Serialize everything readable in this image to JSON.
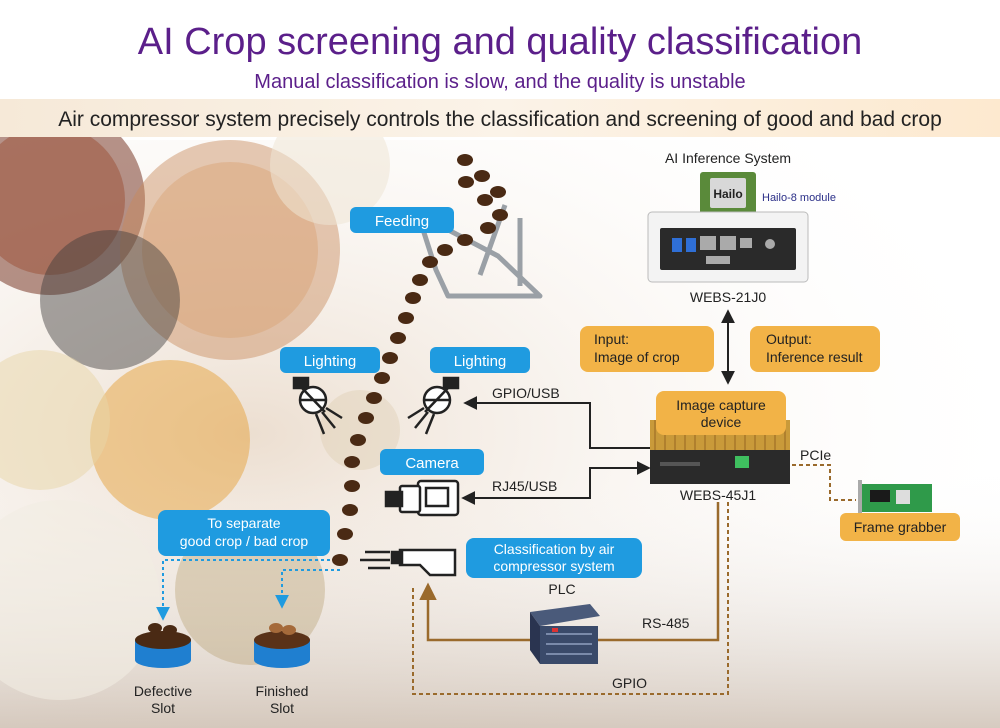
{
  "header": {
    "title": "AI Crop screening and quality classification",
    "subtitle": "Manual classification is slow, and the quality is unstable",
    "banner": "Air compressor system precisely controls the classification and screening of good and bad crop"
  },
  "inference": {
    "system_label": "AI Inference System",
    "chip_label": "Hailo",
    "module_label": "Hailo-8 module",
    "device_label": "WEBS-21J0"
  },
  "io": {
    "input_line1": "Input:",
    "input_line2": "Image of crop",
    "output_line1": "Output:",
    "output_line2": "Inference result"
  },
  "capture": {
    "badge_line1": "Image capture",
    "badge_line2": "device",
    "device_label": "WEBS-45J1"
  },
  "frame_grabber": {
    "interface": "PCIe",
    "label": "Frame grabber"
  },
  "stations": {
    "feeding": "Feeding",
    "lighting_left": "Lighting",
    "lighting_right": "Lighting",
    "camera": "Camera",
    "separate_line1": "To separate",
    "separate_line2": "good crop / bad crop",
    "classification_line1": "Classification by air",
    "classification_line2": "compressor system"
  },
  "connections": {
    "gpio_usb": "GPIO/USB",
    "rj45_usb": "RJ45/USB",
    "rs485": "RS-485",
    "gpio": "GPIO"
  },
  "plc": {
    "label": "PLC"
  },
  "slots": {
    "defective_line1": "Defective",
    "defective_line2": "Slot",
    "finished_line1": "Finished",
    "finished_line2": "Slot"
  },
  "colors": {
    "title": "#5B1F8A",
    "accent_blue": "#1F9BE0",
    "accent_orange": "#F2B347",
    "line_brown": "#9A6A2C",
    "dark": "#222222"
  }
}
